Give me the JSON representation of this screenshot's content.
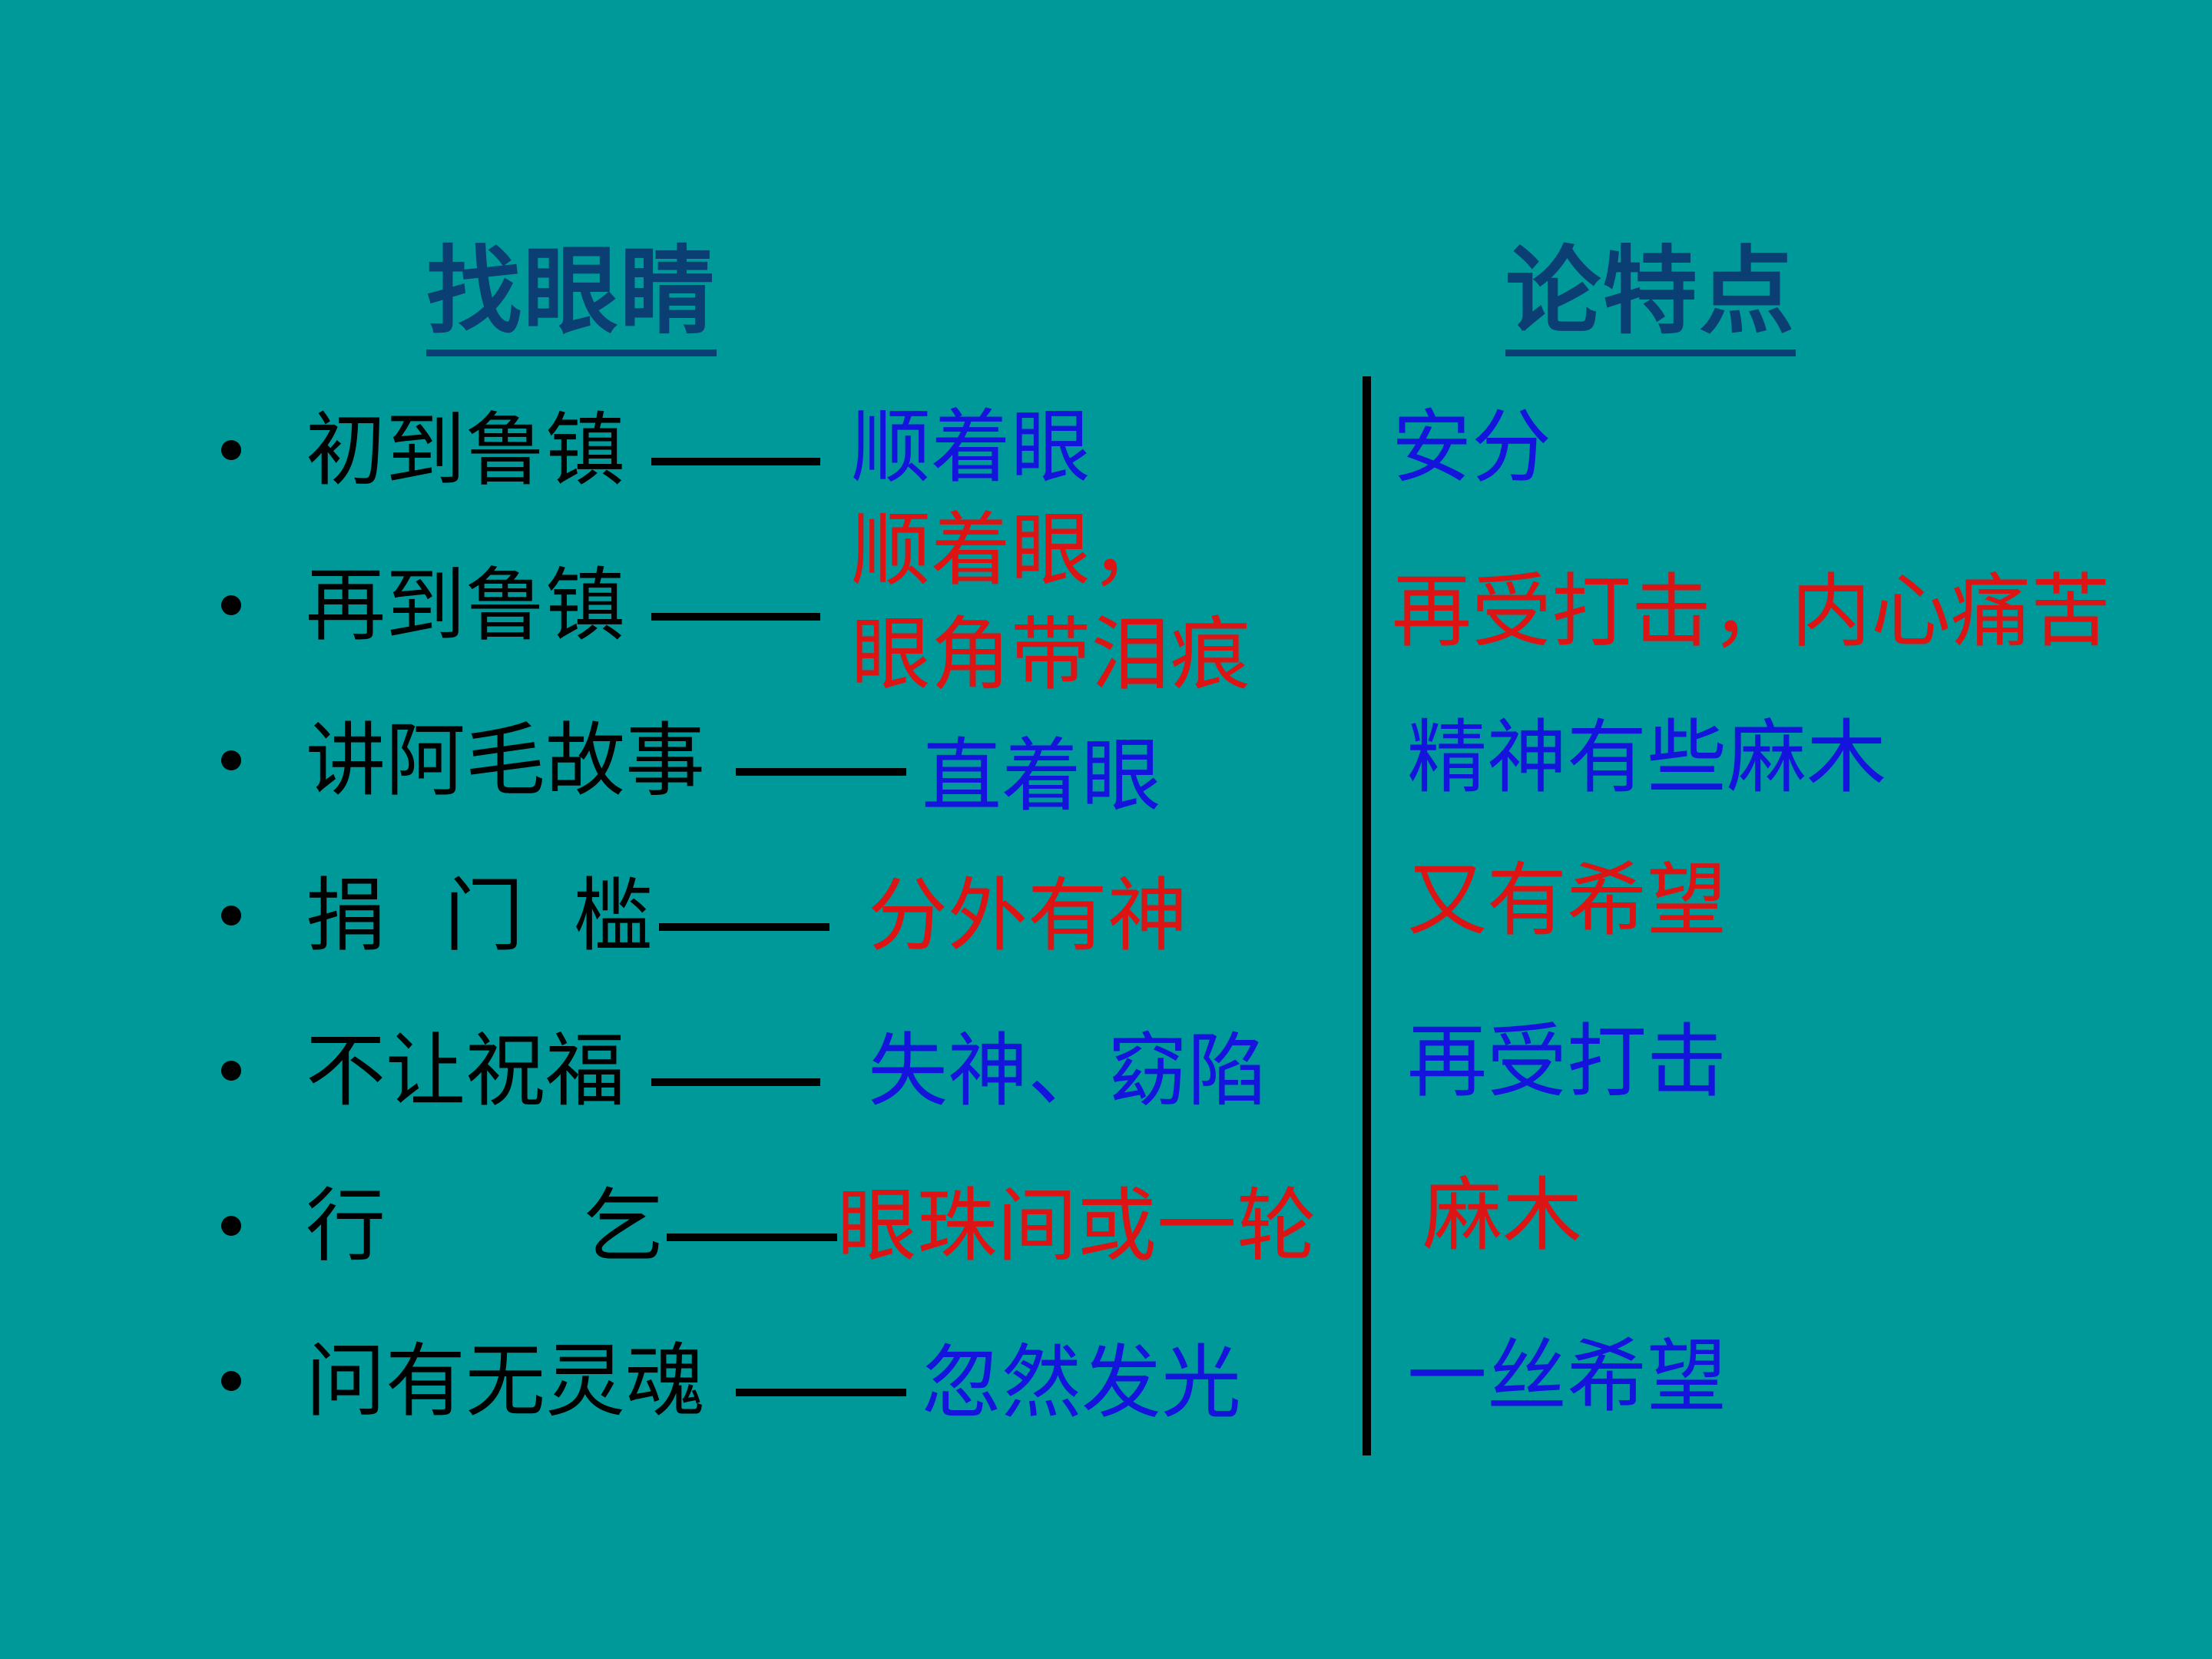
{
  "headings": {
    "left": "找眼睛",
    "right": "论特点"
  },
  "rows": [
    {
      "label": "初到鲁镇",
      "eye": "顺着眼",
      "trait": "安分"
    },
    {
      "label": "再到鲁镇",
      "eye_line1": "顺着眼，",
      "eye_line2": "眼角带泪痕",
      "trait": "再受打击，内心痛苦"
    },
    {
      "label": "讲阿毛故事",
      "eye": "直着眼",
      "trait": "精神有些麻木"
    },
    {
      "label_parts": [
        "捐",
        "门",
        "槛"
      ],
      "eye": "分外有神",
      "trait": "又有希望"
    },
    {
      "label": "不让祝福",
      "eye": "失神、窈陷",
      "trait": "再受打击"
    },
    {
      "label_parts": [
        "行",
        "乞"
      ],
      "eye": "眼珠间或一轮",
      "trait": "麻木"
    },
    {
      "label": "问有无灵魂",
      "eye": "忽然发光",
      "trait": "一丝希望"
    }
  ],
  "colors": {
    "background": "#009999",
    "heading": "#0b3f74",
    "label": "#000000",
    "blue": "#1414dc",
    "red": "#dc1414"
  }
}
